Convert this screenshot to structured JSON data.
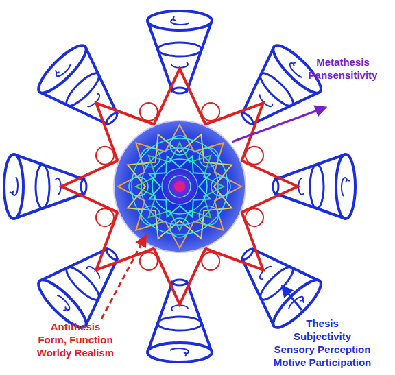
{
  "diagram": {
    "labels": [
      "Metathesis",
      "Pansensitivity",
      "Antithesis",
      "Form, Function",
      "Worldy Realism",
      "Thesis",
      "Subjectivity",
      "Sensory Perception",
      "Motive Participation"
    ]
  }
}
